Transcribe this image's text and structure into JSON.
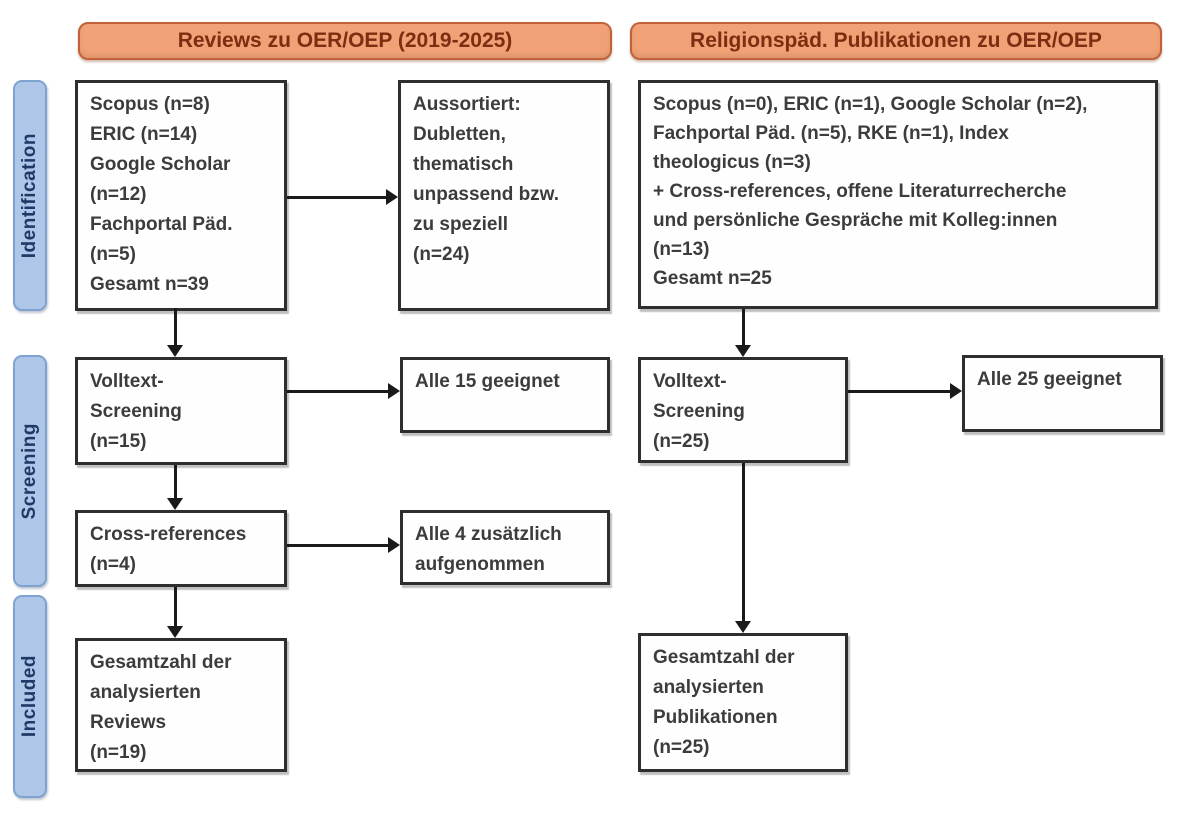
{
  "diagram": {
    "columns": [
      {
        "header": "Reviews zu OER/OEP (2019-2025)"
      },
      {
        "header": "Religionspäd. Publikationen zu OER/OEP"
      }
    ],
    "stages": [
      {
        "label": "Identification"
      },
      {
        "label": "Screening"
      },
      {
        "label": "Included"
      }
    ],
    "boxes": {
      "left_sources": "Scopus (n=8)\nERIC (n=14)\nGoogle Scholar\n(n=12)\nFachportal Päd.\n(n=5)\nGesamt n=39",
      "left_excluded": "Aussortiert:\nDubletten,\nthematisch\nunpassend bzw.\nzu speziell\n(n=24)",
      "right_sources": "Scopus (n=0), ERIC (n=1), Google Scholar (n=2),\nFachportal Päd. (n=5), RKE (n=1), Index\ntheologicus (n=3)\n+ Cross-references, offene Literaturrecherche\nund persönliche Gespräche mit Kolleg:innen\n(n=13)\nGesamt n=25",
      "left_fulltext": "Volltext-\nScreening\n(n=15)",
      "left_fulltext_result": "Alle 15 geeignet",
      "right_fulltext": "Volltext-\nScreening\n(n=25)",
      "right_fulltext_result": "Alle 25 geeignet",
      "left_crossref": "Cross-references\n(n=4)",
      "left_crossref_result": "Alle 4 zusätzlich\naufgenommen",
      "left_included_total": "Gesamtzahl der\nanalysierten\nReviews\n(n=19)",
      "right_included_total": "Gesamtzahl der\nanalysierten\nPublikationen\n(n=25)"
    },
    "colors": {
      "background": "#ffffff",
      "header_fill": "#f0a276",
      "header_border": "#c2613a",
      "header_text": "#7e2d12",
      "stage_fill": "#aec6e8",
      "stage_border": "#7fa3d1",
      "stage_text": "#1d3a66",
      "box_border": "#2e2e2e",
      "box_text": "#3c3c3c",
      "arrow": "#1a1a1a"
    }
  }
}
